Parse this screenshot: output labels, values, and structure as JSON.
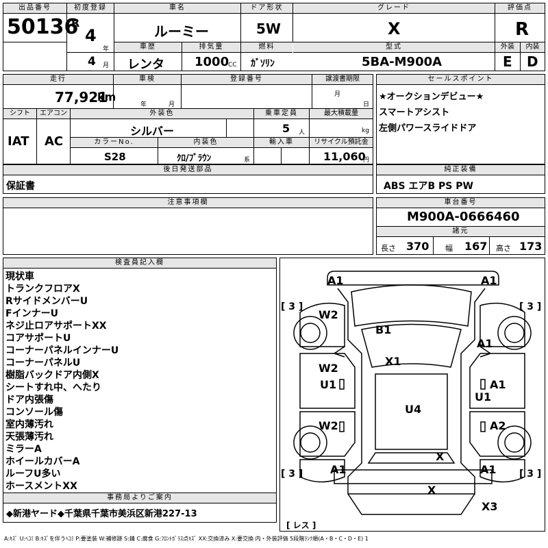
{
  "labels": {
    "lot_no": "出品番号",
    "first_reg": "初度登録",
    "car_name": "車名",
    "door": "ドア形状",
    "grade": "グレード",
    "score": "評価点",
    "history": "車歴",
    "displacement": "排気量",
    "fuel": "燃料",
    "model": "型式",
    "exterior": "外装",
    "interior": "内装",
    "mileage": "走行",
    "inspection": "車検",
    "reg_no": "登録番号",
    "transfer_deadline": "譲渡書期限",
    "sales_points": "セールスポイント",
    "shift": "シフト",
    "aircon": "エアコン",
    "ext_color": "外装色",
    "capacity": "乗車定員",
    "max_load": "最大積載量",
    "color_no": "カラーNo.",
    "int_color": "内装色",
    "import": "輸入車",
    "recycle": "リサイクル預託金",
    "later_parts": "後日発送部品",
    "genuine_equipment": "純正装備",
    "caution": "注意事項欄",
    "chassis_no": "車台番号",
    "specs": "諸元",
    "length": "長さ",
    "width": "幅",
    "height": "高さ",
    "inspector_notes": "検査員記入欄",
    "office_notice": "事務局よりご案内"
  },
  "units": {
    "year": "年",
    "month": "月",
    "cc": "CC",
    "km": "km",
    "persons": "人",
    "kg": "kg",
    "yen": "円",
    "kei": "系",
    "day": "日"
  },
  "values": {
    "lot_no": "50136",
    "era": "R",
    "reg_year": "4",
    "reg_month": "4",
    "car_name": "ルーミー",
    "door": "5W",
    "grade": "X",
    "score": "R",
    "history": "レンタ",
    "displacement": "1000",
    "fuel": "ｶﾞｿﾘﾝ",
    "model": "5BA-M900A",
    "exterior_score": "E",
    "interior_score": "D",
    "mileage": "77,921",
    "shift": "IAT",
    "aircon": "AC",
    "ext_color": "シルバー",
    "capacity": "5",
    "color_no": "S28",
    "int_color": "ｸﾛ/ﾌﾞﾗｳﾝ",
    "recycle": "11,060",
    "later_parts": "保証書",
    "chassis_no": "M900A-0666460",
    "length": "370",
    "width": "167",
    "height": "173",
    "office_notice": "◆新港ヤード◆千葉県千葉市美浜区新港227-13"
  },
  "sales_points": [
    "★オークションデビュー★",
    "スマートアシスト",
    "左側パワースライドドア"
  ],
  "genuine_equipment": "ABS エアB PS PW",
  "inspector_notes": [
    "現状車",
    "トランクフロアX",
    "RサイドメンバーU",
    "FインナーU",
    "ネジ止ロアサポートXX",
    "コアサポートU",
    "コーナーパネルインナーU",
    "コーナーパネルU",
    "樹脂バックドア内側X",
    "シートすれ中、へたり",
    "ドア内張傷",
    "コンソール傷",
    "室内薄汚れ",
    "天張薄汚れ",
    "ミラーA",
    "ホイールカバーA",
    "ルーフU多い",
    "ホースメントXX"
  ],
  "diagram_marks": {
    "a1_tl": "A1",
    "a1_tr": "A1",
    "w2_l1": "W2",
    "b1": "B1",
    "a1_r1": "A1",
    "x1": "X1",
    "w2_l2": "W2",
    "u1_l": "U1",
    "a1_r2": "A1",
    "u1_r": "U1",
    "u4": "U4",
    "w2_l3": "W2",
    "a2_r": "A2",
    "x_c1": "X",
    "a1_bl": "A1",
    "a1_br": "A1",
    "x_c2": "X",
    "x3": "X3",
    "tire_tl": "[ 3 ]",
    "tire_tr": "[ 3 ]",
    "tire_bl": "[ 3 ]",
    "tire_br": "[ 3 ]",
    "spare": "[ レス ]"
  },
  "legend": "A:ｷｽﾞ U:ﾍｺﾐ B:ｷｽﾞを伴うﾍｺﾐ P:要塗装 W:補修跡 S:錆 C:腐食 G:ﾌﾛﾝﾄｶﾞﾗｽ点ｷｽﾞ XX:交換済み X:要交換 内・外装評価 5段階ﾗﾝｸ順(A・B・C・D・E) 1"
}
